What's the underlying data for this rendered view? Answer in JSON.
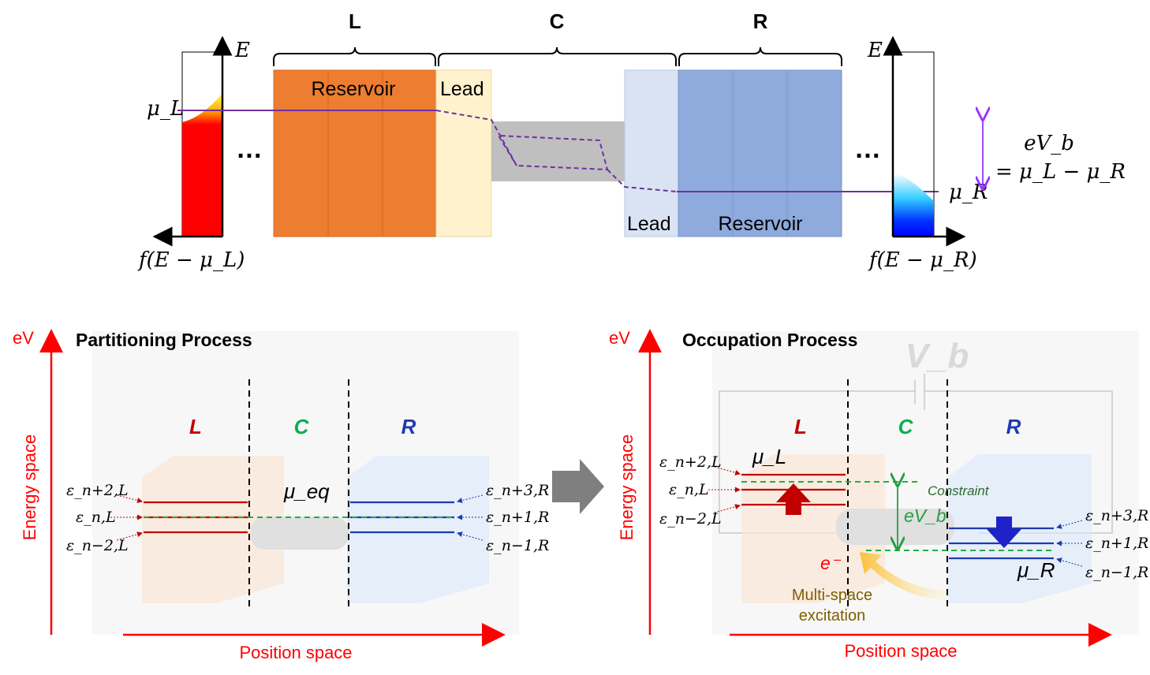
{
  "top": {
    "brace_L": "L",
    "brace_C": "C",
    "brace_R": "R",
    "left_axis_E": "E",
    "right_axis_E": "E",
    "mu_L_label": "μ_L",
    "mu_R_label": "μ_R",
    "fermi_left_label": "f(E − μ_L)",
    "fermi_right_label": "f(E − μ_R)",
    "ellipsis_left": "…",
    "ellipsis_right": "…",
    "reservoir_left": "Reservoir",
    "lead_left": "Lead",
    "lead_right": "Lead",
    "reservoir_right": "Reservoir",
    "bias_line1": "eV_b",
    "bias_line2": "= μ_L − μ_R",
    "colors": {
      "left_reservoir": "#ed7d31",
      "left_lead": "#fff2cc",
      "right_lead": "#dae3f3",
      "right_reservoir": "#8faadc",
      "channel": "#bfbfbf",
      "potential": "#7030a0"
    }
  },
  "partitioning": {
    "title": "Partitioning Process",
    "axis_y": "eV",
    "axis_y_label": "Energy space",
    "axis_x_label": "Position space",
    "region_L": "L",
    "region_C": "C",
    "region_R": "R",
    "mu_eq": "μ_eq",
    "levels_L": [
      "ε_n+2,L",
      "ε_n,L",
      "ε_n−2,L"
    ],
    "levels_R": [
      "ε_n+3,R",
      "ε_n+1,R",
      "ε_n−1,R"
    ]
  },
  "occupation": {
    "title": "Occupation Process",
    "axis_y": "eV",
    "axis_y_label": "Energy space",
    "axis_x_label": "Position space",
    "vb_watermark": "V_b",
    "region_L": "L",
    "region_C": "C",
    "region_R": "R",
    "mu_L": "μ_L",
    "mu_R": "μ_R",
    "constraint": "Constraint",
    "eVb": "eV_b",
    "electron": "e⁻",
    "excitation_line1": "Multi-space",
    "excitation_line2": "excitation",
    "levels_L": [
      "ε_n+2,L",
      "ε_n,L",
      "ε_n−2,L"
    ],
    "levels_R": [
      "ε_n+3,R",
      "ε_n+1,R",
      "ε_n−1,R"
    ]
  }
}
